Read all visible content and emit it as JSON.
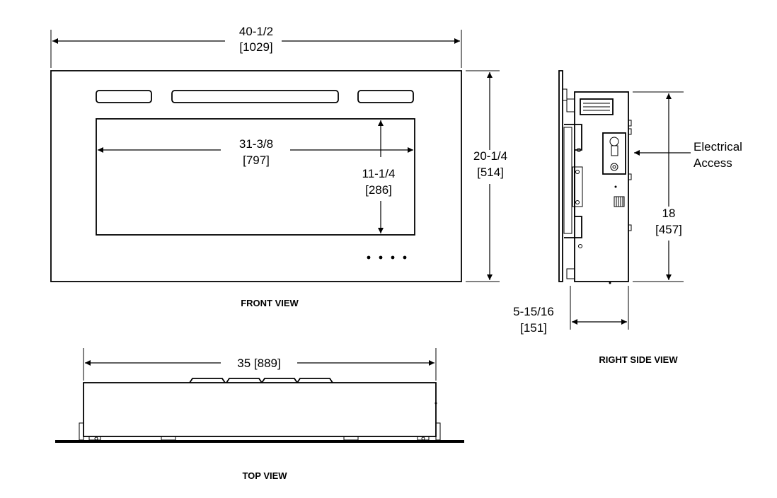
{
  "front_view": {
    "label": "FRONT VIEW",
    "overall_width_in": "40-1/2",
    "overall_width_mm": "[1029]",
    "overall_height_in": "20-1/4",
    "overall_height_mm": "[514]",
    "opening_width_in": "31-3/8",
    "opening_width_mm": "[797]",
    "opening_height_in": "11-1/4",
    "opening_height_mm": "[286]"
  },
  "side_view": {
    "label": "RIGHT SIDE VIEW",
    "callout_line1": "Electrical",
    "callout_line2": "Access",
    "height_in": "18",
    "height_mm": "[457]",
    "depth_in": "5-15/16",
    "depth_mm": "[151]"
  },
  "top_view": {
    "label": "TOP VIEW",
    "width": "35 [889]"
  }
}
